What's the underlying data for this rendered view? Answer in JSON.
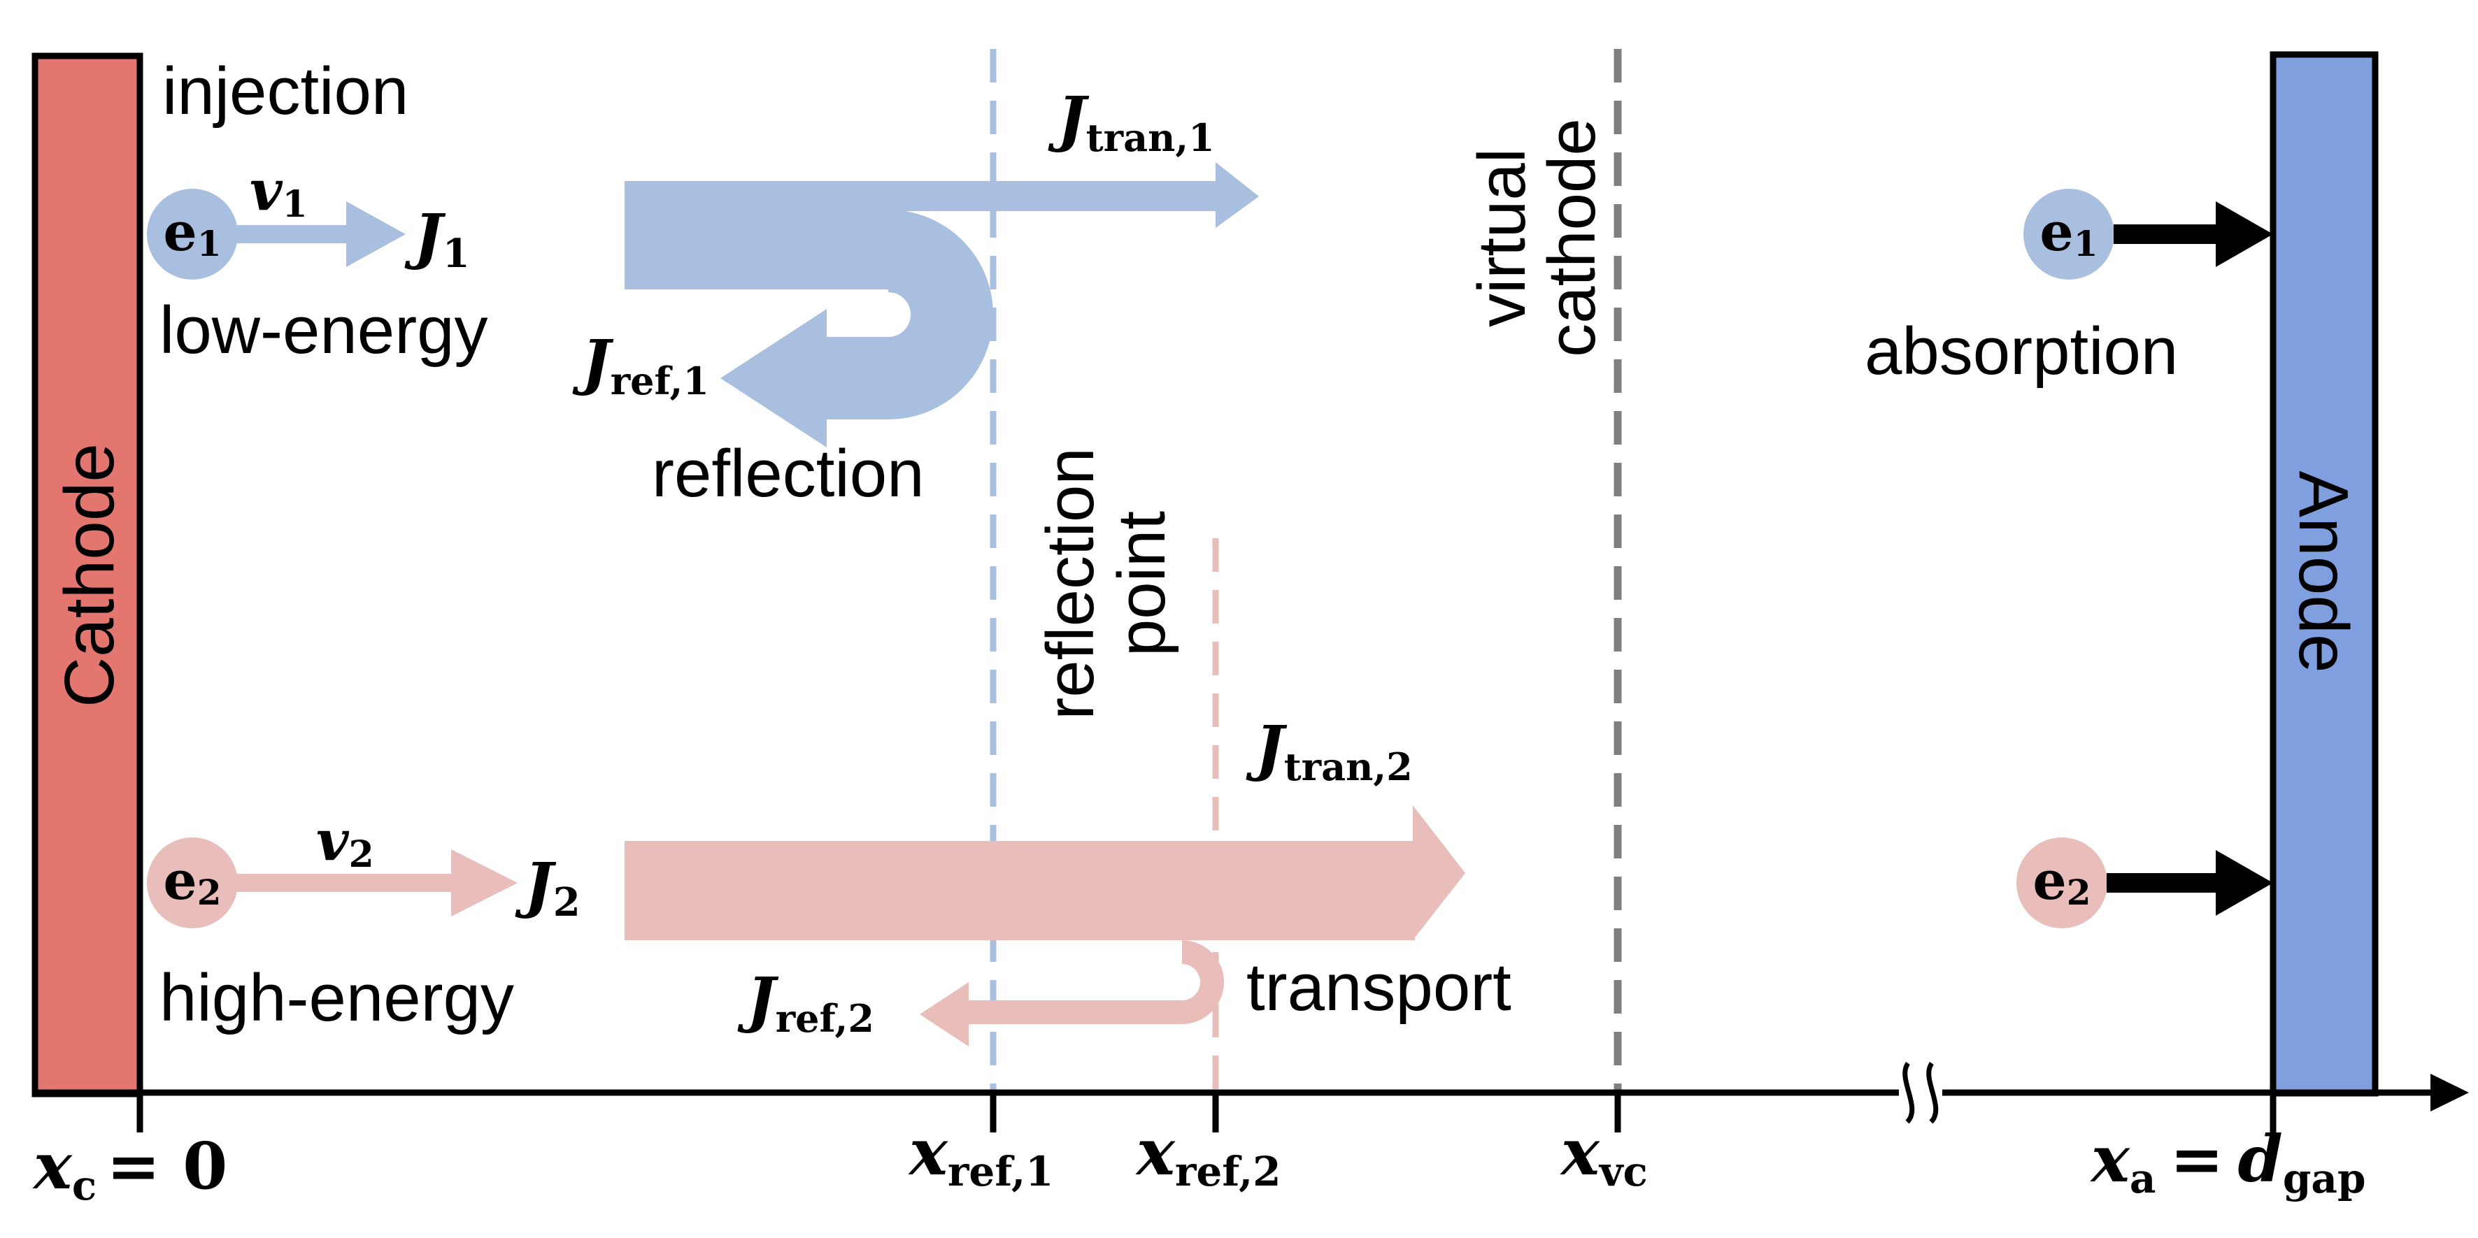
{
  "colors": {
    "cathode": "#e47670",
    "anode": "#7f9fdf",
    "low_energy": "#a9bfdf",
    "high_energy": "#e9bdb9",
    "virtual_cathode_line": "#7f7f7f",
    "axis": "#000000"
  },
  "electrodes": {
    "cathode_label": "Cathode",
    "anode_label": "Anode"
  },
  "beam1": {
    "particle": "e",
    "index": "1",
    "velocity": "v",
    "velocity_index": "1",
    "current": "J",
    "current_index": "1",
    "energy_label": "low-energy",
    "transmitted_sub": "tran,1",
    "reflected_sub": "ref,1"
  },
  "beam2": {
    "particle": "e",
    "index": "2",
    "velocity": "v",
    "velocity_index": "2",
    "current": "J",
    "current_index": "2",
    "energy_label": "high-energy",
    "transmitted_sub": "tran,2",
    "reflected_sub": "ref,2"
  },
  "labels": {
    "injection": "injection",
    "reflection": "reflection",
    "transport": "transport",
    "absorption": "absorption",
    "reflection_point_line1": "reflection",
    "reflection_point_line2": "point",
    "virtual_cathode_line1": "virtual",
    "virtual_cathode_line2": "cathode"
  },
  "axis": {
    "x": "x",
    "cathode_sub": "c",
    "cathode_eq": "= 0",
    "ref1_sub": "ref,1",
    "ref2_sub": "ref,2",
    "vc_sub": "vc",
    "anode_sub": "a",
    "anode_eq": "=",
    "gap_var": "d",
    "gap_sub": "gap"
  }
}
